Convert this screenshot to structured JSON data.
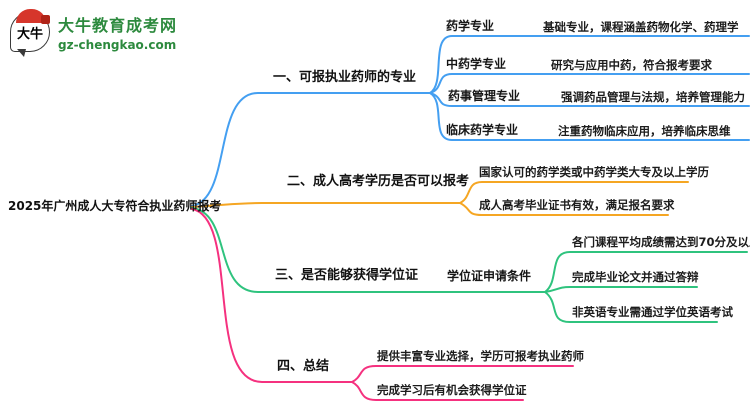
{
  "site": {
    "logo_icon_text": "大牛",
    "logo_text": "大牛教育成考网",
    "logo_domain": "gz-chengkao.com",
    "brand_green": "#2d8a3e",
    "logo_red": "#d6362b"
  },
  "mindmap": {
    "root": {
      "label": "2025年广州成人大专符合执业药师报考"
    },
    "branches": [
      {
        "label": "一、可报执业药师的专业",
        "color": "#449ff1",
        "children": [
          {
            "label": "药学专业",
            "desc": "基础专业，课程涵盖药物化学、药理学"
          },
          {
            "label": "中药学专业",
            "desc": "研究与应用中药，符合报考要求"
          },
          {
            "label": "药事管理专业",
            "desc": "强调药品管理与法规，培养管理能力"
          },
          {
            "label": "临床药学专业",
            "desc": "注重药物临床应用，培养临床思维"
          }
        ]
      },
      {
        "label": "二、成人高考学历是否可以报考",
        "color": "#f5a623",
        "children": [
          {
            "desc": "国家认可的药学类或中药学类大专及以上学历"
          },
          {
            "desc": "成人高考毕业证书有效，满足报名要求"
          }
        ]
      },
      {
        "label": "三、是否能够获得学位证",
        "color": "#2fc37e",
        "sublabel": "学位证申请条件",
        "children": [
          {
            "desc": "各门课程平均成绩需达到70分及以上"
          },
          {
            "desc": "完成毕业论文并通过答辩"
          },
          {
            "desc": "非英语专业需通过学位英语考试"
          }
        ]
      },
      {
        "label": "四、总结",
        "color": "#f5317f",
        "children": [
          {
            "desc": "提供丰富专业选择，学历可报考执业药师"
          },
          {
            "desc": "完成学习后有机会获得学位证"
          }
        ]
      }
    ]
  }
}
